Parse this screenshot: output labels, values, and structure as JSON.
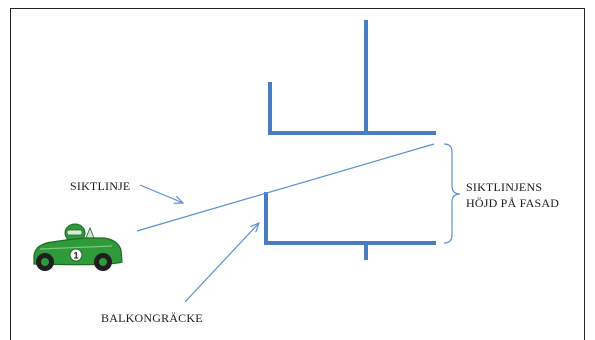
{
  "labels": {
    "sight_line": "SIKTLINJE",
    "facade_height_line1": "SIKTLINJENS",
    "facade_height_line2": "HÖJD PÅ FASAD",
    "railing": "BALKONGRÄCKE"
  },
  "car": {
    "number": "1"
  },
  "colors": {
    "structure": "#4a7cc4",
    "line": "#5b8fd0",
    "car_body": "#2f9a3a",
    "car_dark": "#1d6b25",
    "text": "#1a1a1a"
  }
}
